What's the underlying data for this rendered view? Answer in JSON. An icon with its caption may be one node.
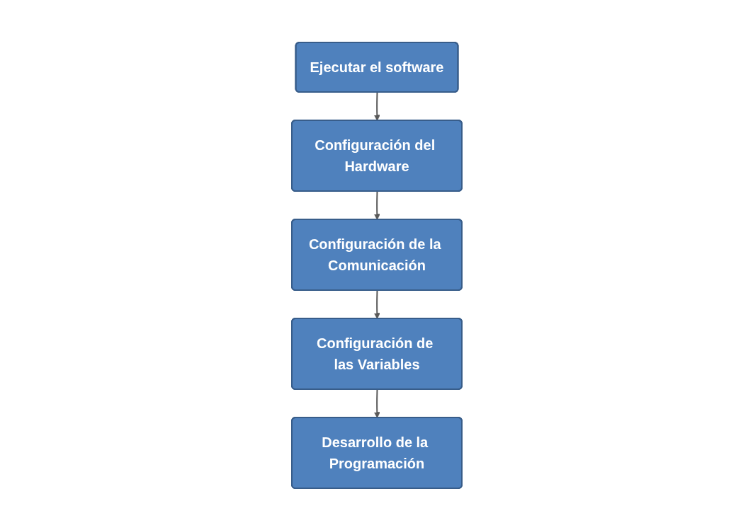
{
  "diagram": {
    "nodes": [
      {
        "text": [
          "Ejecutar el software"
        ]
      },
      {
        "text": [
          "Configuración del Hardware"
        ]
      },
      {
        "text": [
          "Configuración de la Comunicación"
        ]
      },
      {
        "text": [
          "Configuración de las Variables"
        ]
      },
      {
        "text": [
          "Desarrollo de la Programación"
        ]
      }
    ],
    "edges": [
      {
        "from": 0,
        "to": 1,
        "arrow": "to"
      },
      {
        "from": 1,
        "to": 2,
        "arrow": "to"
      },
      {
        "from": 2,
        "to": 3,
        "arrow": "to"
      },
      {
        "from": 3,
        "to": 4,
        "arrow": "to"
      }
    ]
  }
}
